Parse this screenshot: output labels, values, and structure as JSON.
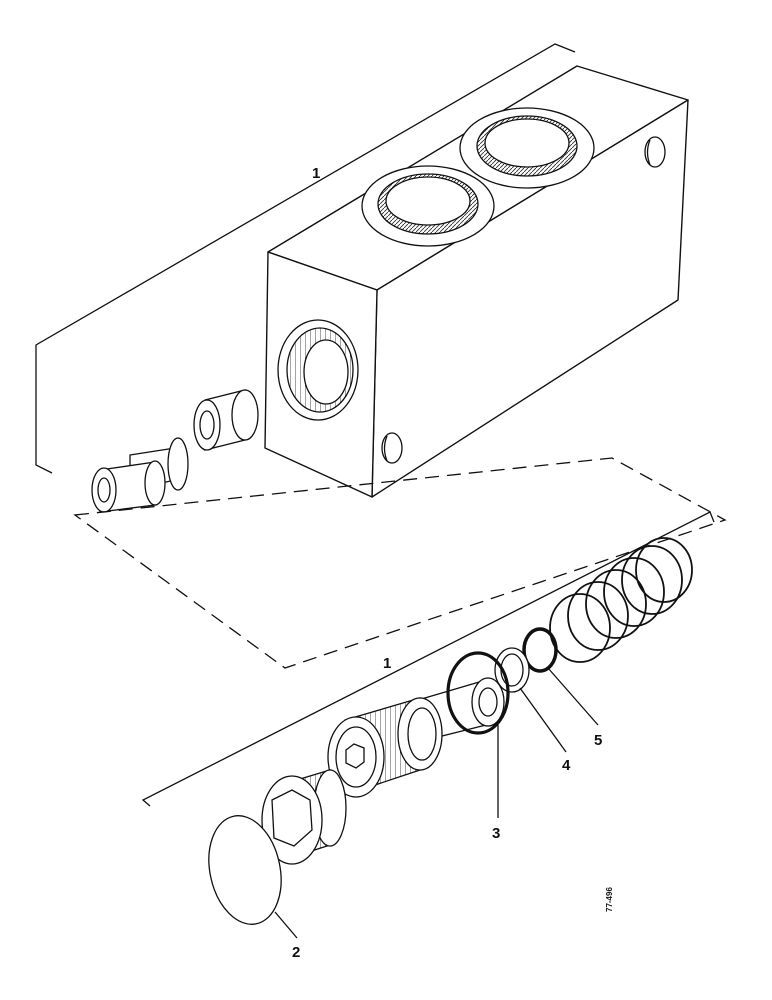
{
  "diagram": {
    "callouts": {
      "block_assembly": "1",
      "valve_assembly": "1",
      "cover_disc": "2",
      "seal_ring_large": "3",
      "backup_ring": "4",
      "o_ring_small": "5"
    },
    "reference_number": "77-496"
  }
}
